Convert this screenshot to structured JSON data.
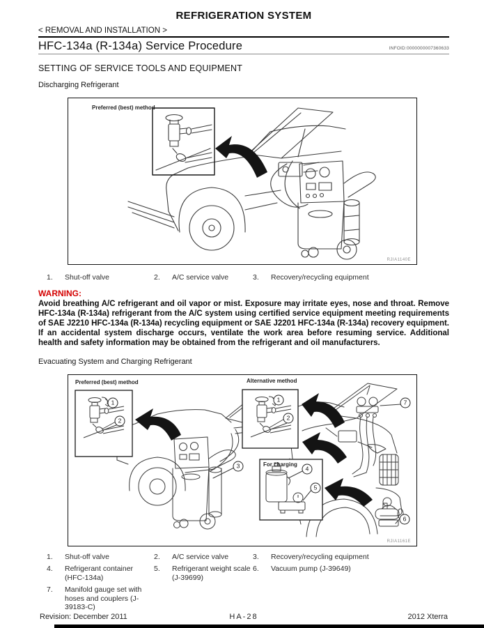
{
  "header": {
    "section_title": "REFRIGERATION SYSTEM",
    "breadcrumb": "< REMOVAL AND INSTALLATION >",
    "procedure_title": "HFC-134a (R-134a) Service Procedure",
    "infoid": "INFOID:0000000007360633"
  },
  "setting_section": {
    "heading": "SETTING OF SERVICE TOOLS AND EQUIPMENT"
  },
  "discharging": {
    "subheading": "Discharging Refrigerant",
    "figure": {
      "inset_label": "Preferred (best) method",
      "fig_code": "RJIA1140E"
    },
    "legend": [
      {
        "num": "1.",
        "text": "Shut-off valve"
      },
      {
        "num": "2.",
        "text": "A/C service valve"
      },
      {
        "num": "3.",
        "text": "Recovery/recycling equipment"
      }
    ]
  },
  "warning": {
    "label": "WARNING:",
    "text": "Avoid breathing A/C refrigerant and oil vapor or mist. Exposure may irritate eyes, nose and throat. Remove HFC-134a (R-134a) refrigerant from the A/C system using certified service equipment meeting requirements of SAE J2210 HFC-134a (R-134a) recycling equipment or SAE J2201 HFC-134a (R-134a) recovery equipment. If an accidental system discharge occurs, ventilate the work area before resuming service. Additional health and safety information may be obtained from the refrigerant and oil manufacturers."
  },
  "evacuating": {
    "subheading": "Evacuating System and Charging Refrigerant",
    "figure": {
      "preferred_label": "Preferred (best) method",
      "alternative_label": "Alternative method",
      "charging_label": "For charging",
      "fig_code": "RJIA1161E",
      "callouts": {
        "pref1": "1",
        "pref2": "2",
        "alt1": "1",
        "alt2": "2",
        "c3": "3",
        "c4": "4",
        "c5": "5",
        "c6": "6",
        "c7": "7"
      }
    },
    "legend": [
      {
        "num": "1.",
        "text": "Shut-off valve"
      },
      {
        "num": "2.",
        "text": "A/C service valve"
      },
      {
        "num": "3.",
        "text": "Recovery/recycling equipment"
      },
      {
        "num": "4.",
        "text": "Refrigerant container (HFC-134a)"
      },
      {
        "num": "5.",
        "text": "Refrigerant weight scale (J-39699)"
      },
      {
        "num": "6.",
        "text": "Vacuum pump (J-39649)"
      },
      {
        "num": "7.",
        "text": "Manifold gauge set with hoses and couplers (J-39183-C)"
      }
    ]
  },
  "footer": {
    "revision": "Revision: December 2011",
    "page_number": "HA-28",
    "model": "2012 Xterra"
  }
}
